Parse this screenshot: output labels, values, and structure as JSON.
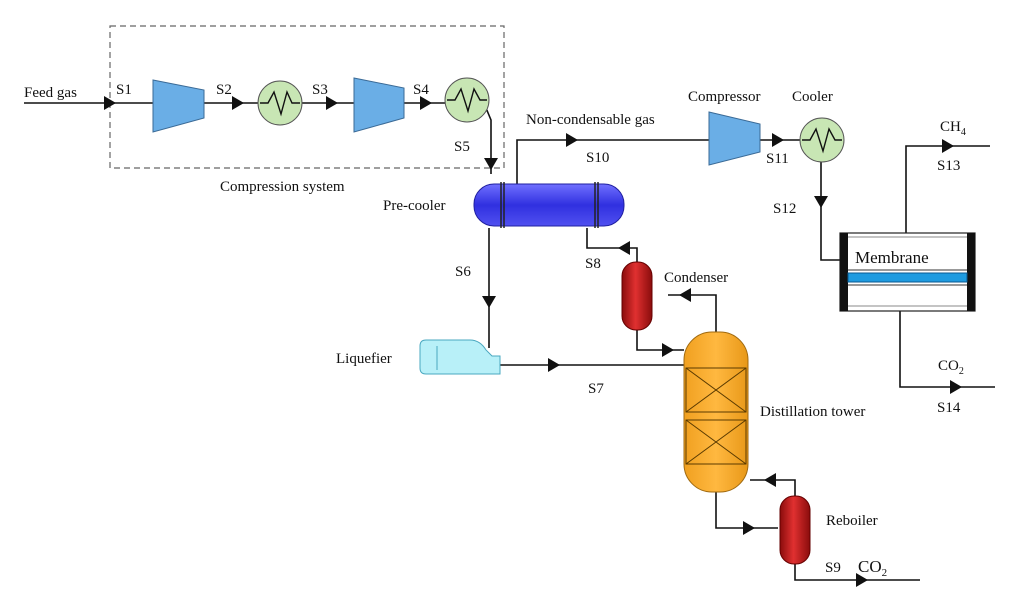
{
  "labels": {
    "feed_gas": "Feed gas",
    "compression_system": "Compression system",
    "non_condensable_gas": "Non-condensable gas",
    "compressor": "Compressor",
    "cooler": "Cooler",
    "pre_cooler": "Pre-cooler",
    "liquefier": "Liquefier",
    "condenser": "Condenser",
    "distillation_tower": "Distillation tower",
    "reboiler": "Reboiler",
    "membrane": "Membrane",
    "ch4_main": "CH",
    "ch4_sub": "4",
    "co2_top_main": "CO",
    "co2_top_sub": "2",
    "co2_bottom_main": "CO",
    "co2_bottom_sub": "2"
  },
  "streams": {
    "s1": "S1",
    "s2": "S2",
    "s3": "S3",
    "s4": "S4",
    "s5": "S5",
    "s6": "S6",
    "s7": "S7",
    "s8": "S8",
    "s9": "S9",
    "s10": "S10",
    "s11": "S11",
    "s12": "S12",
    "s13": "S13",
    "s14": "S14"
  },
  "colors": {
    "compressor": "#6aaee6",
    "cooler": "#c8e6b4",
    "pre_cooler": "#4040e0",
    "liquefier": "#b8f0f8",
    "condenser": "#c01818",
    "reboiler": "#c01818",
    "tower": "#f5a623",
    "membrane_band": "#1e9be0"
  }
}
